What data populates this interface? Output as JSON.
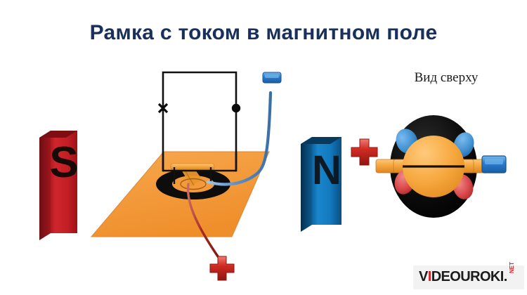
{
  "slide": {
    "title": "Рамка с током в магнитном поле",
    "title_color": "#19305c",
    "background": "#ffffff"
  },
  "topview": {
    "caption": "Вид сверху"
  },
  "magnets": [
    {
      "name": "south-magnet",
      "label": "S",
      "color": "#c41f26",
      "side_color": "#8e1318",
      "label_color": "#1a1008"
    },
    {
      "name": "north-magnet",
      "label": "N",
      "color": "#1379be",
      "side_color": "#0c4f80",
      "label_color": "#0b1a24"
    }
  ],
  "colors": {
    "platform_orange": "#f39b3c",
    "platform_edge": "#d4761c",
    "coil_orange": "#f5a73f",
    "ring_black": "#0d0d0d",
    "wire_black": "#111111",
    "lead_blue": "#5b90c8",
    "lead_red": "#a82a22",
    "terminal_blue": "#2a7fd4",
    "terminal_red": "#cf2a22",
    "marker_black": "#0a0a0a"
  },
  "markers": {
    "into_page": "×",
    "out_of_page": "•"
  },
  "terminals": [
    {
      "name": "negative-terminal-main",
      "shape": "rounded-rect",
      "color": "#2a7fd4"
    },
    {
      "name": "positive-terminal-main",
      "shape": "plus-cross",
      "color": "#cf2a22"
    },
    {
      "name": "positive-terminal-topview",
      "shape": "plus-cross",
      "color": "#cf2a22"
    },
    {
      "name": "negative-terminal-topview",
      "shape": "rounded-rect",
      "color": "#2a7fd4"
    }
  ],
  "topview_parts": [
    {
      "name": "brush-upper-left",
      "color": "#3f8fd0"
    },
    {
      "name": "brush-upper-right",
      "color": "#3f8fd0"
    },
    {
      "name": "brush-lower-left",
      "color": "#d9484a"
    },
    {
      "name": "brush-lower-right",
      "color": "#d9484a"
    },
    {
      "name": "rotor-disc",
      "color": "#f5a73f"
    },
    {
      "name": "stator-body",
      "color": "#0d0d0d"
    }
  ],
  "logo": {
    "text_a": "V",
    "text_i": "I",
    "text_b": "DEOUROKI.",
    "suffix": "NET"
  }
}
